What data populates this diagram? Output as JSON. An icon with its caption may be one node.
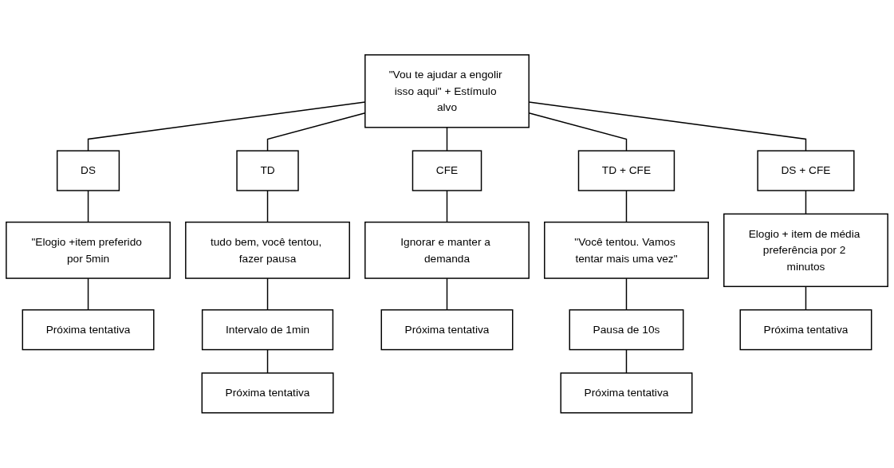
{
  "diagram": {
    "nodes": [
      {
        "text": [
          "\"Vou te ajudar a engolir isso aqui\" + Estímulo alvo"
        ]
      },
      {
        "text": [
          "DS"
        ]
      },
      {
        "text": [
          "TD"
        ]
      },
      {
        "text": [
          "CFE"
        ]
      },
      {
        "text": [
          "TD + CFE"
        ]
      },
      {
        "text": [
          "DS + CFE"
        ]
      },
      {
        "text": [
          "\"Elogio +item preferido por 5min"
        ]
      },
      {
        "text": [
          "tudo bem, você tentou, fazer pausa"
        ]
      },
      {
        "text": [
          "Ignorar e manter a demanda"
        ]
      },
      {
        "text": [
          "\"Você tentou. Vamos tentar mais uma vez\""
        ]
      },
      {
        "text": [
          "Elogio + item de média preferência por 2 minutos"
        ]
      },
      {
        "text": [
          "Próxima tentativa"
        ]
      },
      {
        "text": [
          "Intervalo de 1min"
        ]
      },
      {
        "text": [
          "Próxima tentativa"
        ]
      },
      {
        "text": [
          "Pausa de 10s"
        ]
      },
      {
        "text": [
          "Próxima tentativa"
        ]
      },
      {
        "text": [
          "Próxima tentativa"
        ]
      },
      {
        "text": [
          "Próxima tentativa"
        ]
      }
    ],
    "edges": [
      {
        "from": 0,
        "to": 1,
        "arrow": "none"
      },
      {
        "from": 0,
        "to": 2,
        "arrow": "none"
      },
      {
        "from": 0,
        "to": 3,
        "arrow": "none"
      },
      {
        "from": 0,
        "to": 4,
        "arrow": "none"
      },
      {
        "from": 0,
        "to": 5,
        "arrow": "none"
      },
      {
        "from": 1,
        "to": 6,
        "arrow": "none"
      },
      {
        "from": 2,
        "to": 7,
        "arrow": "none"
      },
      {
        "from": 3,
        "to": 8,
        "arrow": "none"
      },
      {
        "from": 4,
        "to": 9,
        "arrow": "none"
      },
      {
        "from": 5,
        "to": 10,
        "arrow": "none"
      },
      {
        "from": 6,
        "to": 11,
        "arrow": "none"
      },
      {
        "from": 7,
        "to": 12,
        "arrow": "none"
      },
      {
        "from": 8,
        "to": 13,
        "arrow": "none"
      },
      {
        "from": 9,
        "to": 14,
        "arrow": "none"
      },
      {
        "from": 10,
        "to": 15,
        "arrow": "none"
      },
      {
        "from": 12,
        "to": 16,
        "arrow": "none"
      },
      {
        "from": 14,
        "to": 17,
        "arrow": "none"
      }
    ]
  }
}
